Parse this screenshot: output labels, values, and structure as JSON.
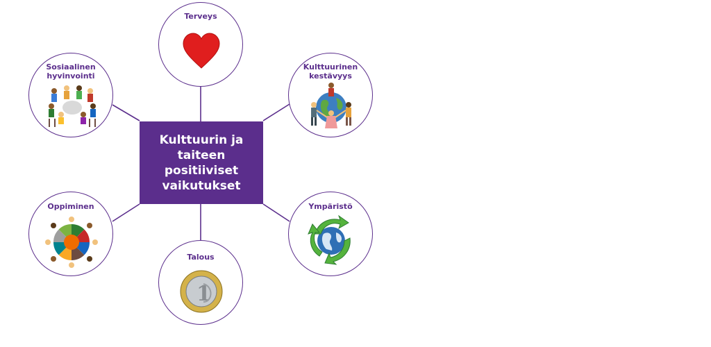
{
  "diagram": {
    "center_title": "Kulttuurin ja\ntaiteen\npositiiviset\nvaikutukset",
    "nodes": {
      "terveys": {
        "label": "Terveys",
        "icon": "heart-icon"
      },
      "sosiaalinen": {
        "label": "Sosiaalinen\nhyvinvointi",
        "icon": "people-circle-icon"
      },
      "kulttuurinen": {
        "label": "Kulttuurinen\nkestävyys",
        "icon": "globe-people-icon"
      },
      "oppiminen": {
        "label": "Oppiminen",
        "icon": "learning-wheel-icon"
      },
      "ymparisto": {
        "label": "Ympäristö",
        "icon": "recycle-globe-icon"
      },
      "talous": {
        "label": "Talous",
        "icon": "euro-coin-icon"
      }
    },
    "colors": {
      "accent": "#5b2e8c",
      "heart": "#e01e1e",
      "recycle": "#55b33d"
    }
  }
}
